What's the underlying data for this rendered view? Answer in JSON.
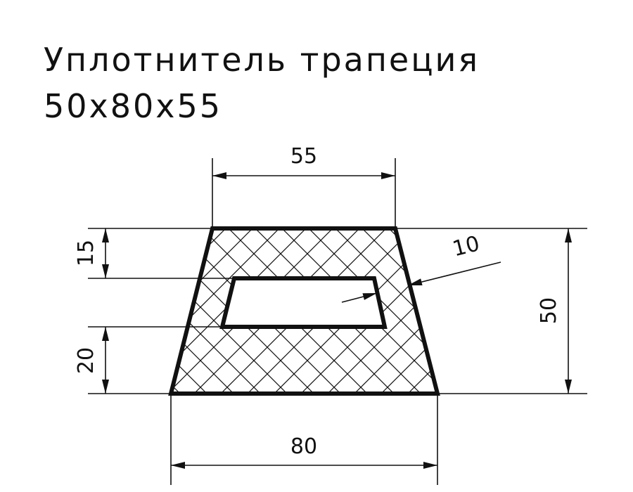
{
  "title": {
    "line1": "Уплотнитель трапеция",
    "line2": "50x80x55"
  },
  "dimensions": {
    "top_width": "55",
    "bottom_width": "80",
    "height": "50",
    "upper_offset": "15",
    "lower_offset": "20",
    "wall": "10"
  },
  "colors": {
    "line": "#111111",
    "background": "#ffffff"
  }
}
